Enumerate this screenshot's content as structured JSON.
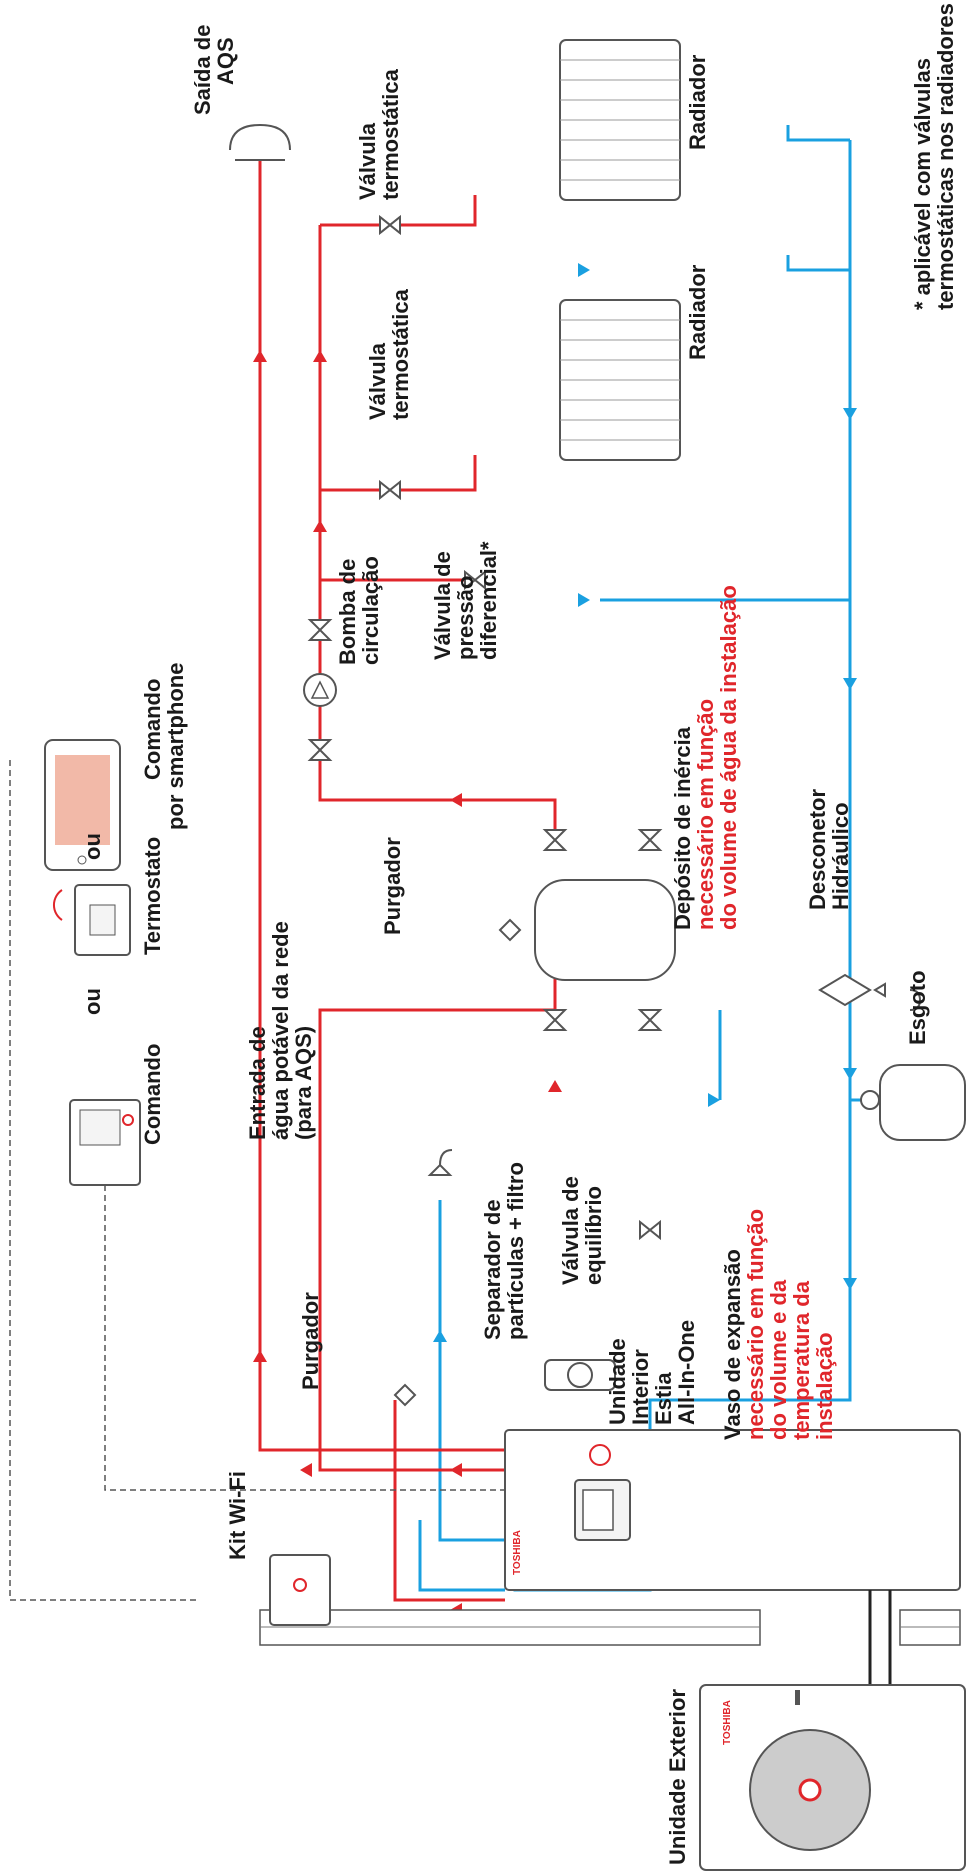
{
  "colors": {
    "hot": "#e0262b",
    "cold": "#1aa0e0",
    "outline": "#555555",
    "text": "#1a1a1a",
    "note": "#e0262b"
  },
  "labels": {
    "unidade_exterior": "Unidade Exterior",
    "kit_wifi": "Kit Wi-Fi",
    "comando": "Comando",
    "ou_1": "ou",
    "termostato": "Termostato",
    "ou_2": "ou",
    "comando_smartphone_1": "Comando",
    "comando_smartphone_2": "por smartphone",
    "saida_aqs_1": "Saída de",
    "saida_aqs_2": "AQS",
    "entrada_agua_1": "Entrada de",
    "entrada_agua_2": "água potável da rede",
    "entrada_agua_3": "(para AQS)",
    "purgador_1": "Purgador",
    "purgador_2": "Purgador",
    "separador_1": "Separador de",
    "separador_2": "partículas + filtro",
    "valvula_equilibrio_1": "Válvula de",
    "valvula_equilibrio_2": "equilíbrio",
    "unidade_interior_1": "Unidade",
    "unidade_interior_2": "Interior",
    "unidade_interior_3": "Estia",
    "unidade_interior_4": "All-In-One",
    "vaso_1": "Vaso de expansão",
    "vaso_2": "necessário em função",
    "vaso_3": "do volume e da",
    "vaso_4": "temperatura da",
    "vaso_5": "instalação",
    "bomba_1": "Bomba de",
    "bomba_2": "circulação",
    "valvula_pressao_1": "Válvula de",
    "valvula_pressao_2": "pressão",
    "valvula_pressao_3": "diferencial*",
    "deposito_1": "Depósito de inércia",
    "deposito_2": "necessário em função",
    "deposito_3": "do volume de água da instalação",
    "desconetor_1": "Desconetor",
    "desconetor_2": "Hidráulico",
    "esgoto": "Esgoto",
    "valvula_termo_1a": "Válvula",
    "valvula_termo_1b": "termostática",
    "valvula_termo_2a": "Válvula",
    "valvula_termo_2b": "termostática",
    "radiador_1": "Radiador",
    "radiador_2": "Radiador",
    "nota_1": "* aplicável com válvulas",
    "nota_2": "termostáticas nos radiadores",
    "brand": "TOSHIBA"
  }
}
